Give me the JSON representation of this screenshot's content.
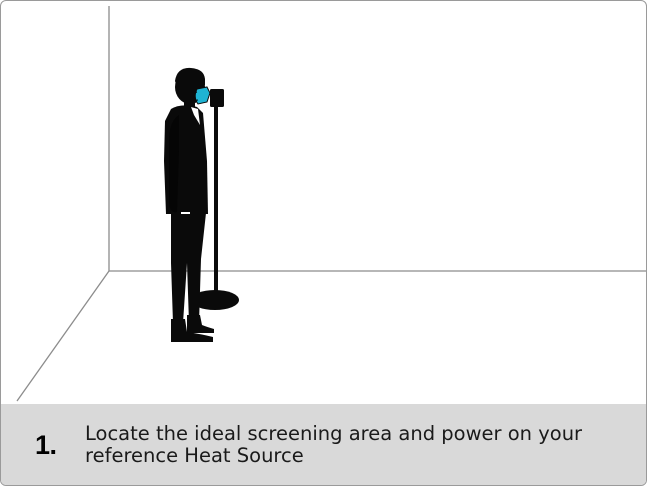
{
  "illustration": {
    "subject": "person-with-face-mask",
    "device": "thermal-camera-on-stand",
    "mask_color": "#1fb3d3"
  },
  "instruction": {
    "step_number": "1.",
    "text": "Locate the ideal screening area and power on your reference Heat Source"
  }
}
